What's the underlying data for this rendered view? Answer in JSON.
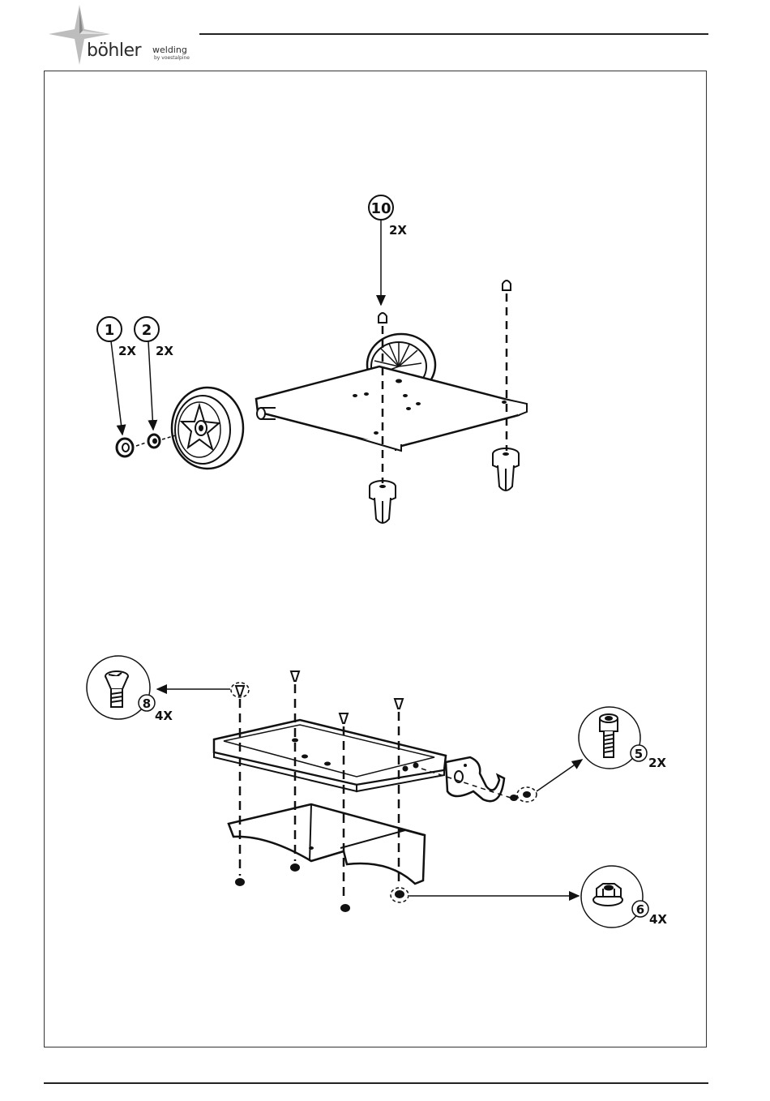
{
  "header": {
    "brand": "böhler",
    "brand_sub": "welding",
    "brand_tag": "by voestalpine"
  },
  "callouts": {
    "c1": {
      "num": "1",
      "qty": "2X"
    },
    "c2": {
      "num": "2",
      "qty": "2X"
    },
    "c10": {
      "num": "10",
      "qty": "2X"
    },
    "c8": {
      "num": "8",
      "qty": "4X"
    },
    "c5": {
      "num": "5",
      "qty": "2X"
    },
    "c6": {
      "num": "6",
      "qty": "4X"
    }
  },
  "icons": {
    "logo": "boehler-star-logo",
    "wheel": "wheel-icon",
    "caster": "caster-icon"
  }
}
